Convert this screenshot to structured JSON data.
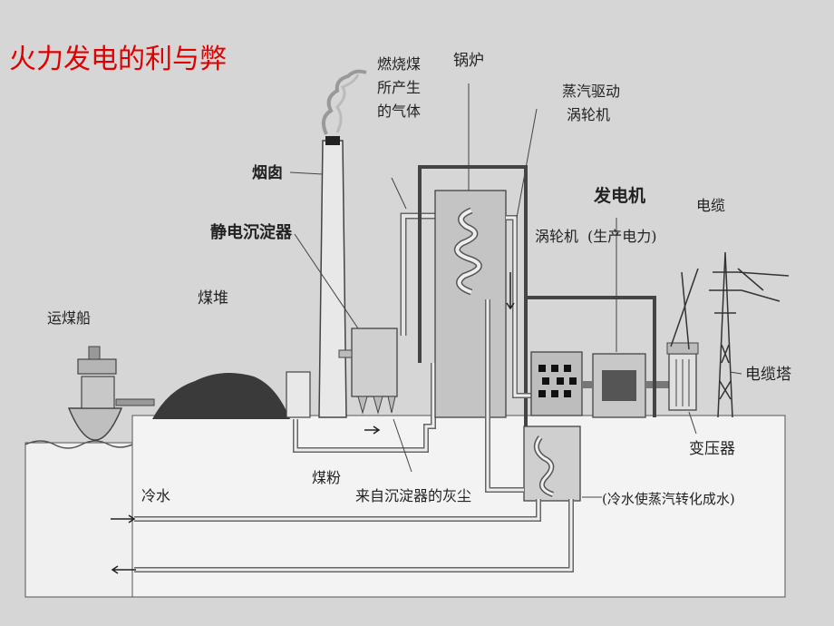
{
  "title": "火力发电的利与弊",
  "labels": {
    "chimney_gas": [
      "燃烧煤",
      "所产生",
      "的气体"
    ],
    "boiler": "锅炉",
    "steam_turbine": [
      "蒸汽驱动",
      "涡轮机"
    ],
    "chimney": "烟囱",
    "esp": "静电沉淀器",
    "generator": "发电机",
    "turbine": "涡轮机",
    "generator_note": "(生产电力)",
    "cable": "电缆",
    "coal_pile": "煤堆",
    "coal_ship": "运煤船",
    "tower": "电缆塔",
    "transformer": "变压器",
    "coal_powder": "煤粉",
    "ash": "来自沉淀器的灰尘",
    "cold_water": "冷水",
    "condense": "(冷水使蒸汽转化成水)"
  }
}
